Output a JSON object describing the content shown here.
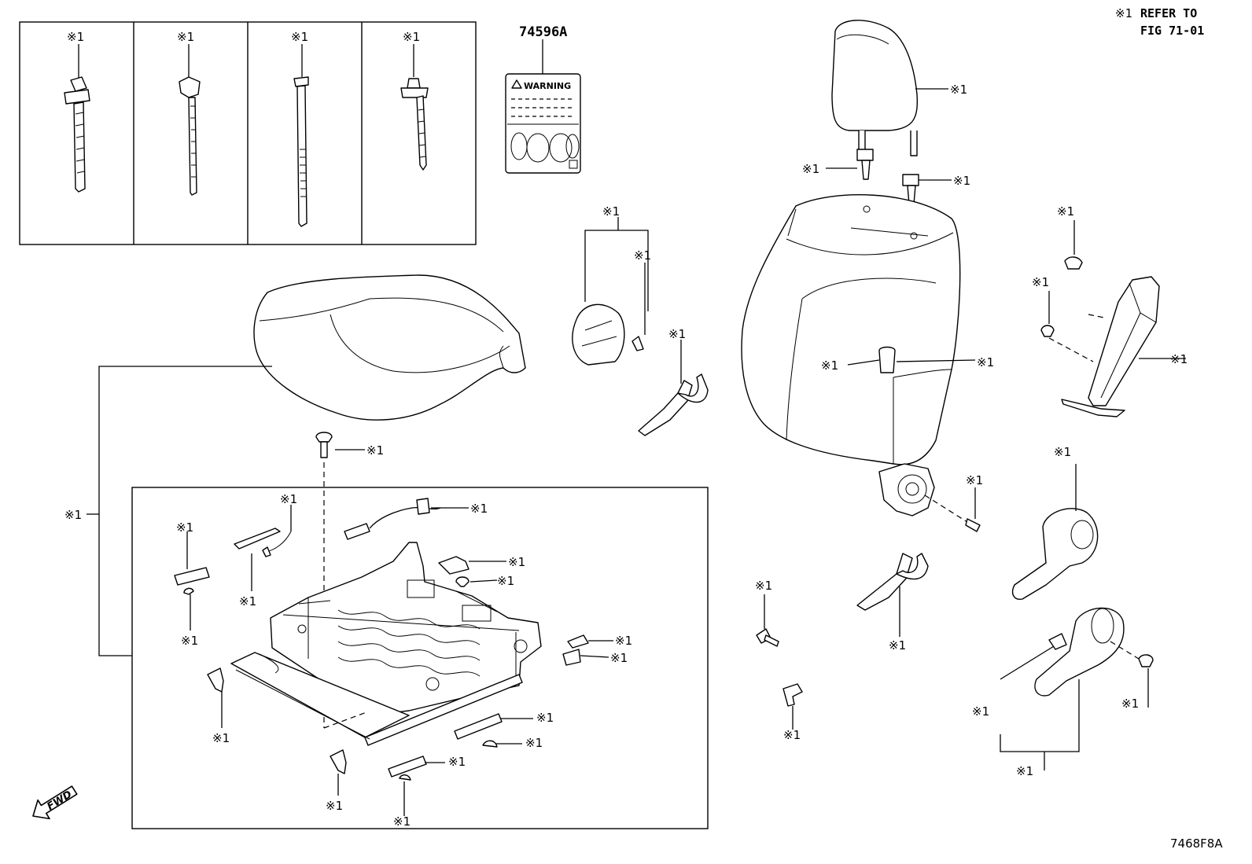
{
  "legend": {
    "symbol": "※1",
    "line1": "REFER TO",
    "line2": "FIG 71-01"
  },
  "part_code": "74596A",
  "warning_label_text": "WARNING",
  "fwd_text": "FWD",
  "diagram_id": "7468F8A",
  "callout_text": "※1"
}
